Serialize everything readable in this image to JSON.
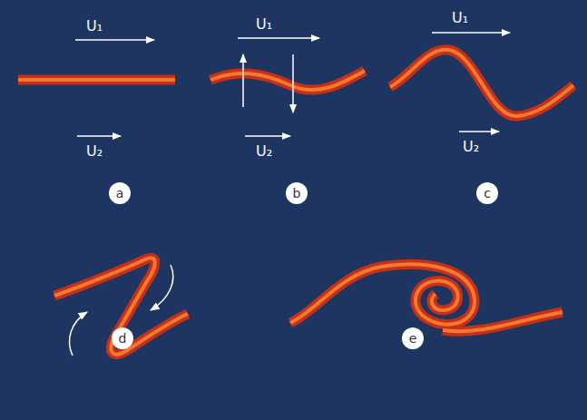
{
  "diagram": {
    "nodes": [
      {
        "text": [
          "a"
        ]
      },
      {
        "text": [
          "b"
        ]
      },
      {
        "text": [
          "c"
        ]
      },
      {
        "text": [
          "d"
        ]
      },
      {
        "text": [
          "e"
        ]
      }
    ],
    "labels": [
      "U₁",
      "U₂",
      "U₁",
      "U₂",
      "U₁",
      "U₂"
    ]
  }
}
